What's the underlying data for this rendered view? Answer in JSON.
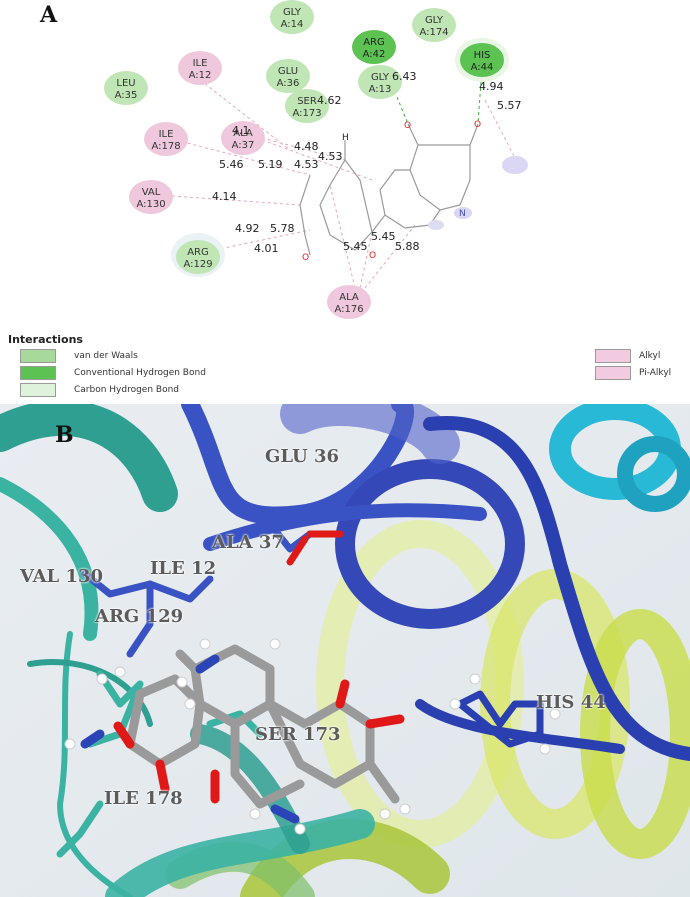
{
  "panel_a": {
    "letter": "A",
    "residues": [
      {
        "id": "gly14",
        "name": "GLY",
        "chain": "A:14",
        "type": "vdw"
      },
      {
        "id": "gly174",
        "name": "GLY",
        "chain": "A:174",
        "type": "vdw"
      },
      {
        "id": "arg42",
        "name": "ARG",
        "chain": "A:42",
        "type": "hbond"
      },
      {
        "id": "his44",
        "name": "HIS",
        "chain": "A:44",
        "type": "hbond"
      },
      {
        "id": "ile12",
        "name": "ILE",
        "chain": "A:12",
        "type": "alkyl"
      },
      {
        "id": "leu35",
        "name": "LEU",
        "chain": "A:35",
        "type": "vdw"
      },
      {
        "id": "glu36",
        "name": "GLU",
        "chain": "A:36",
        "type": "vdw"
      },
      {
        "id": "gly13",
        "name": "GLY",
        "chain": "A:13",
        "type": "vdw"
      },
      {
        "id": "ser173",
        "name": "SER",
        "chain": "A:173",
        "type": "vdw"
      },
      {
        "id": "ile178",
        "name": "ILE",
        "chain": "A:178",
        "type": "alkyl"
      },
      {
        "id": "ala37",
        "name": "ALA",
        "chain": "A:37",
        "type": "alkyl"
      },
      {
        "id": "val130",
        "name": "VAL",
        "chain": "A:130",
        "type": "alkyl"
      },
      {
        "id": "arg129",
        "name": "ARG",
        "chain": "A:129",
        "type": "vdw"
      },
      {
        "id": "ala176",
        "name": "ALA",
        "chain": "A:176",
        "type": "alkyl"
      }
    ],
    "distances": [
      {
        "id": "d1",
        "text": "6.43"
      },
      {
        "id": "d2",
        "text": "4.94"
      },
      {
        "id": "d3",
        "text": "5.57"
      },
      {
        "id": "d4",
        "text": "4.62"
      },
      {
        "id": "d5",
        "text": "4.1"
      },
      {
        "id": "d6",
        "text": "4.48"
      },
      {
        "id": "d7",
        "text": "4.53"
      },
      {
        "id": "d8",
        "text": "5.46"
      },
      {
        "id": "d9",
        "text": "5.19"
      },
      {
        "id": "d10",
        "text": "4.53"
      },
      {
        "id": "d11",
        "text": "4.14"
      },
      {
        "id": "d12",
        "text": "4.92"
      },
      {
        "id": "d13",
        "text": "5.78"
      },
      {
        "id": "d14",
        "text": "4.01"
      },
      {
        "id": "d15",
        "text": "5.45"
      },
      {
        "id": "d16",
        "text": "5.45"
      },
      {
        "id": "d17",
        "text": "5.88"
      }
    ],
    "atoms": {
      "oxygen": "O",
      "nitrogen": "N",
      "hydrogen": "H"
    },
    "legend": {
      "title": "Interactions",
      "items": [
        {
          "label": "van der Waals",
          "color": "#a6d99a"
        },
        {
          "label": "Conventional Hydrogen Bond",
          "color": "#5cc251"
        },
        {
          "label": "Carbon Hydrogen Bond",
          "color": "#dff2dc"
        },
        {
          "label": "Alkyl",
          "color": "#f2cbe0"
        },
        {
          "label": "Pi-Alkyl",
          "color": "#f2cbe0"
        }
      ]
    },
    "colors": {
      "vdw": "#bfe6b4",
      "hbond": "#5cc251",
      "alkyl": "#f0c8dd",
      "hbond_line": "#3fae3a",
      "alkyl_line": "#e6a7c3"
    }
  },
  "panel_b": {
    "letter": "B",
    "labels": [
      {
        "id": "glu36",
        "text": "GLU 36"
      },
      {
        "id": "ala37",
        "text": "ALA 37"
      },
      {
        "id": "ile12",
        "text": "ILE 12"
      },
      {
        "id": "val130",
        "text": "VAL 130"
      },
      {
        "id": "arg129",
        "text": "ARG 129"
      },
      {
        "id": "ser173",
        "text": "SER 173"
      },
      {
        "id": "his44",
        "text": "HIS 44"
      },
      {
        "id": "ile178",
        "text": "ILE 178"
      }
    ],
    "colors": {
      "ribbon_blue": "#3a53c4",
      "ribbon_teal": "#3bb3a3",
      "ribbon_yellow": "#d6e65a",
      "ribbon_cyan": "#2ec4dc",
      "ligand": "#9a9a9a",
      "oxygen": "#e01818",
      "nitrogen": "#2b45b8"
    }
  }
}
